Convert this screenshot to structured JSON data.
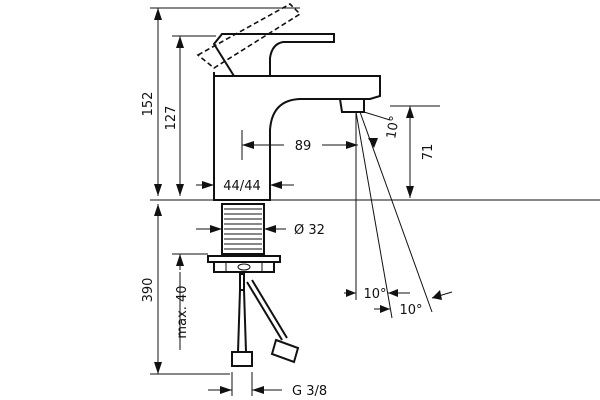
{
  "dimensions": {
    "total_height": "152",
    "spout_height": "127",
    "spout_reach": "89",
    "body_height": "71",
    "body_width": "44/44",
    "tube_diameter": "Ø 32",
    "below_counter": "390",
    "max_thickness": "max. 40",
    "thread": "G 3/8",
    "angle_top": "10°",
    "angle_mid": "10°",
    "angle_low": "10°"
  }
}
